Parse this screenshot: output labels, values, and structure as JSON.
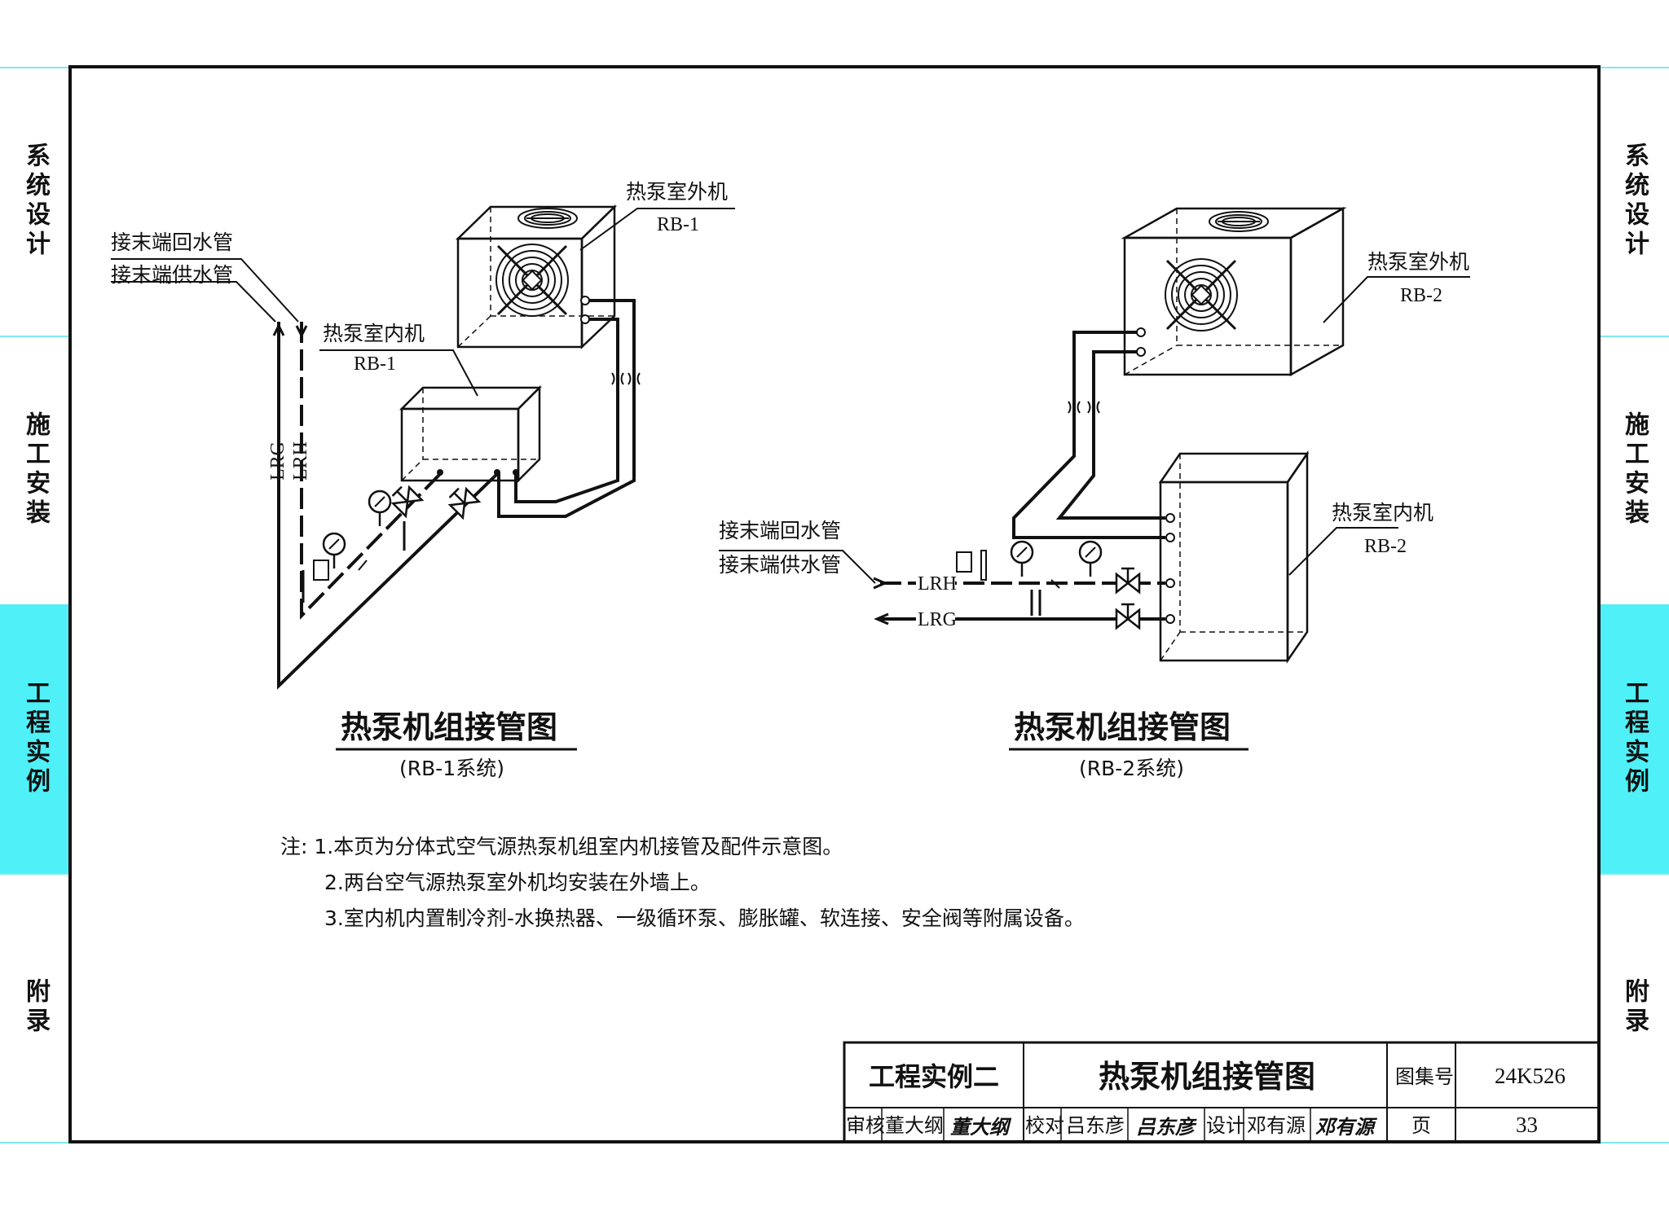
{
  "side_tabs": [
    {
      "label": "系统设计",
      "active": false
    },
    {
      "label": "施工安装",
      "active": false
    },
    {
      "label": "工程实例",
      "active": true
    },
    {
      "label": "附录",
      "active": false
    }
  ],
  "colors": {
    "active_tab": "#4ff0f7",
    "line": "#111111"
  },
  "rb1": {
    "outdoor_label": "热泵室外机",
    "outdoor_code": "RB-1",
    "indoor_label": "热泵室内机",
    "indoor_code": "RB-1",
    "return_pipe": "接末端回水管",
    "supply_pipe": "接末端供水管",
    "pipe_lrg": "LRG",
    "pipe_lrh": "LRH",
    "caption": "热泵机组接管图",
    "subcaption": "(RB-1系统)"
  },
  "rb2": {
    "outdoor_label": "热泵室外机",
    "outdoor_code": "RB-2",
    "indoor_label": "热泵室内机",
    "indoor_code": "RB-2",
    "return_pipe": "接末端回水管",
    "supply_pipe": "接末端供水管",
    "pipe_lrh": "LRH",
    "pipe_lrg": "LRG",
    "caption": "热泵机组接管图",
    "subcaption": "(RB-2系统)"
  },
  "notes": [
    "注: 1.本页为分体式空气源热泵机组室内机接管及配件示意图。",
    "2.两台空气源热泵室外机均安装在外墙上。",
    "3.室内机内置制冷剂-水换热器、一级循环泵、膨胀罐、软连接、安全阀等附属设备。"
  ],
  "title_block": {
    "project": "工程实例二",
    "drawing_title": "热泵机组接管图",
    "atlas_label": "图集号",
    "atlas_no": "24K526",
    "review_label": "审核",
    "reviewer": "董大纲",
    "reviewer_sign": "董大纲",
    "check_label": "校对",
    "checker": "吕东彦",
    "checker_sign": "吕东彦",
    "design_label": "设计",
    "designer": "邓有源",
    "designer_sign": "邓有源",
    "page_label": "页",
    "page_no": "33"
  }
}
